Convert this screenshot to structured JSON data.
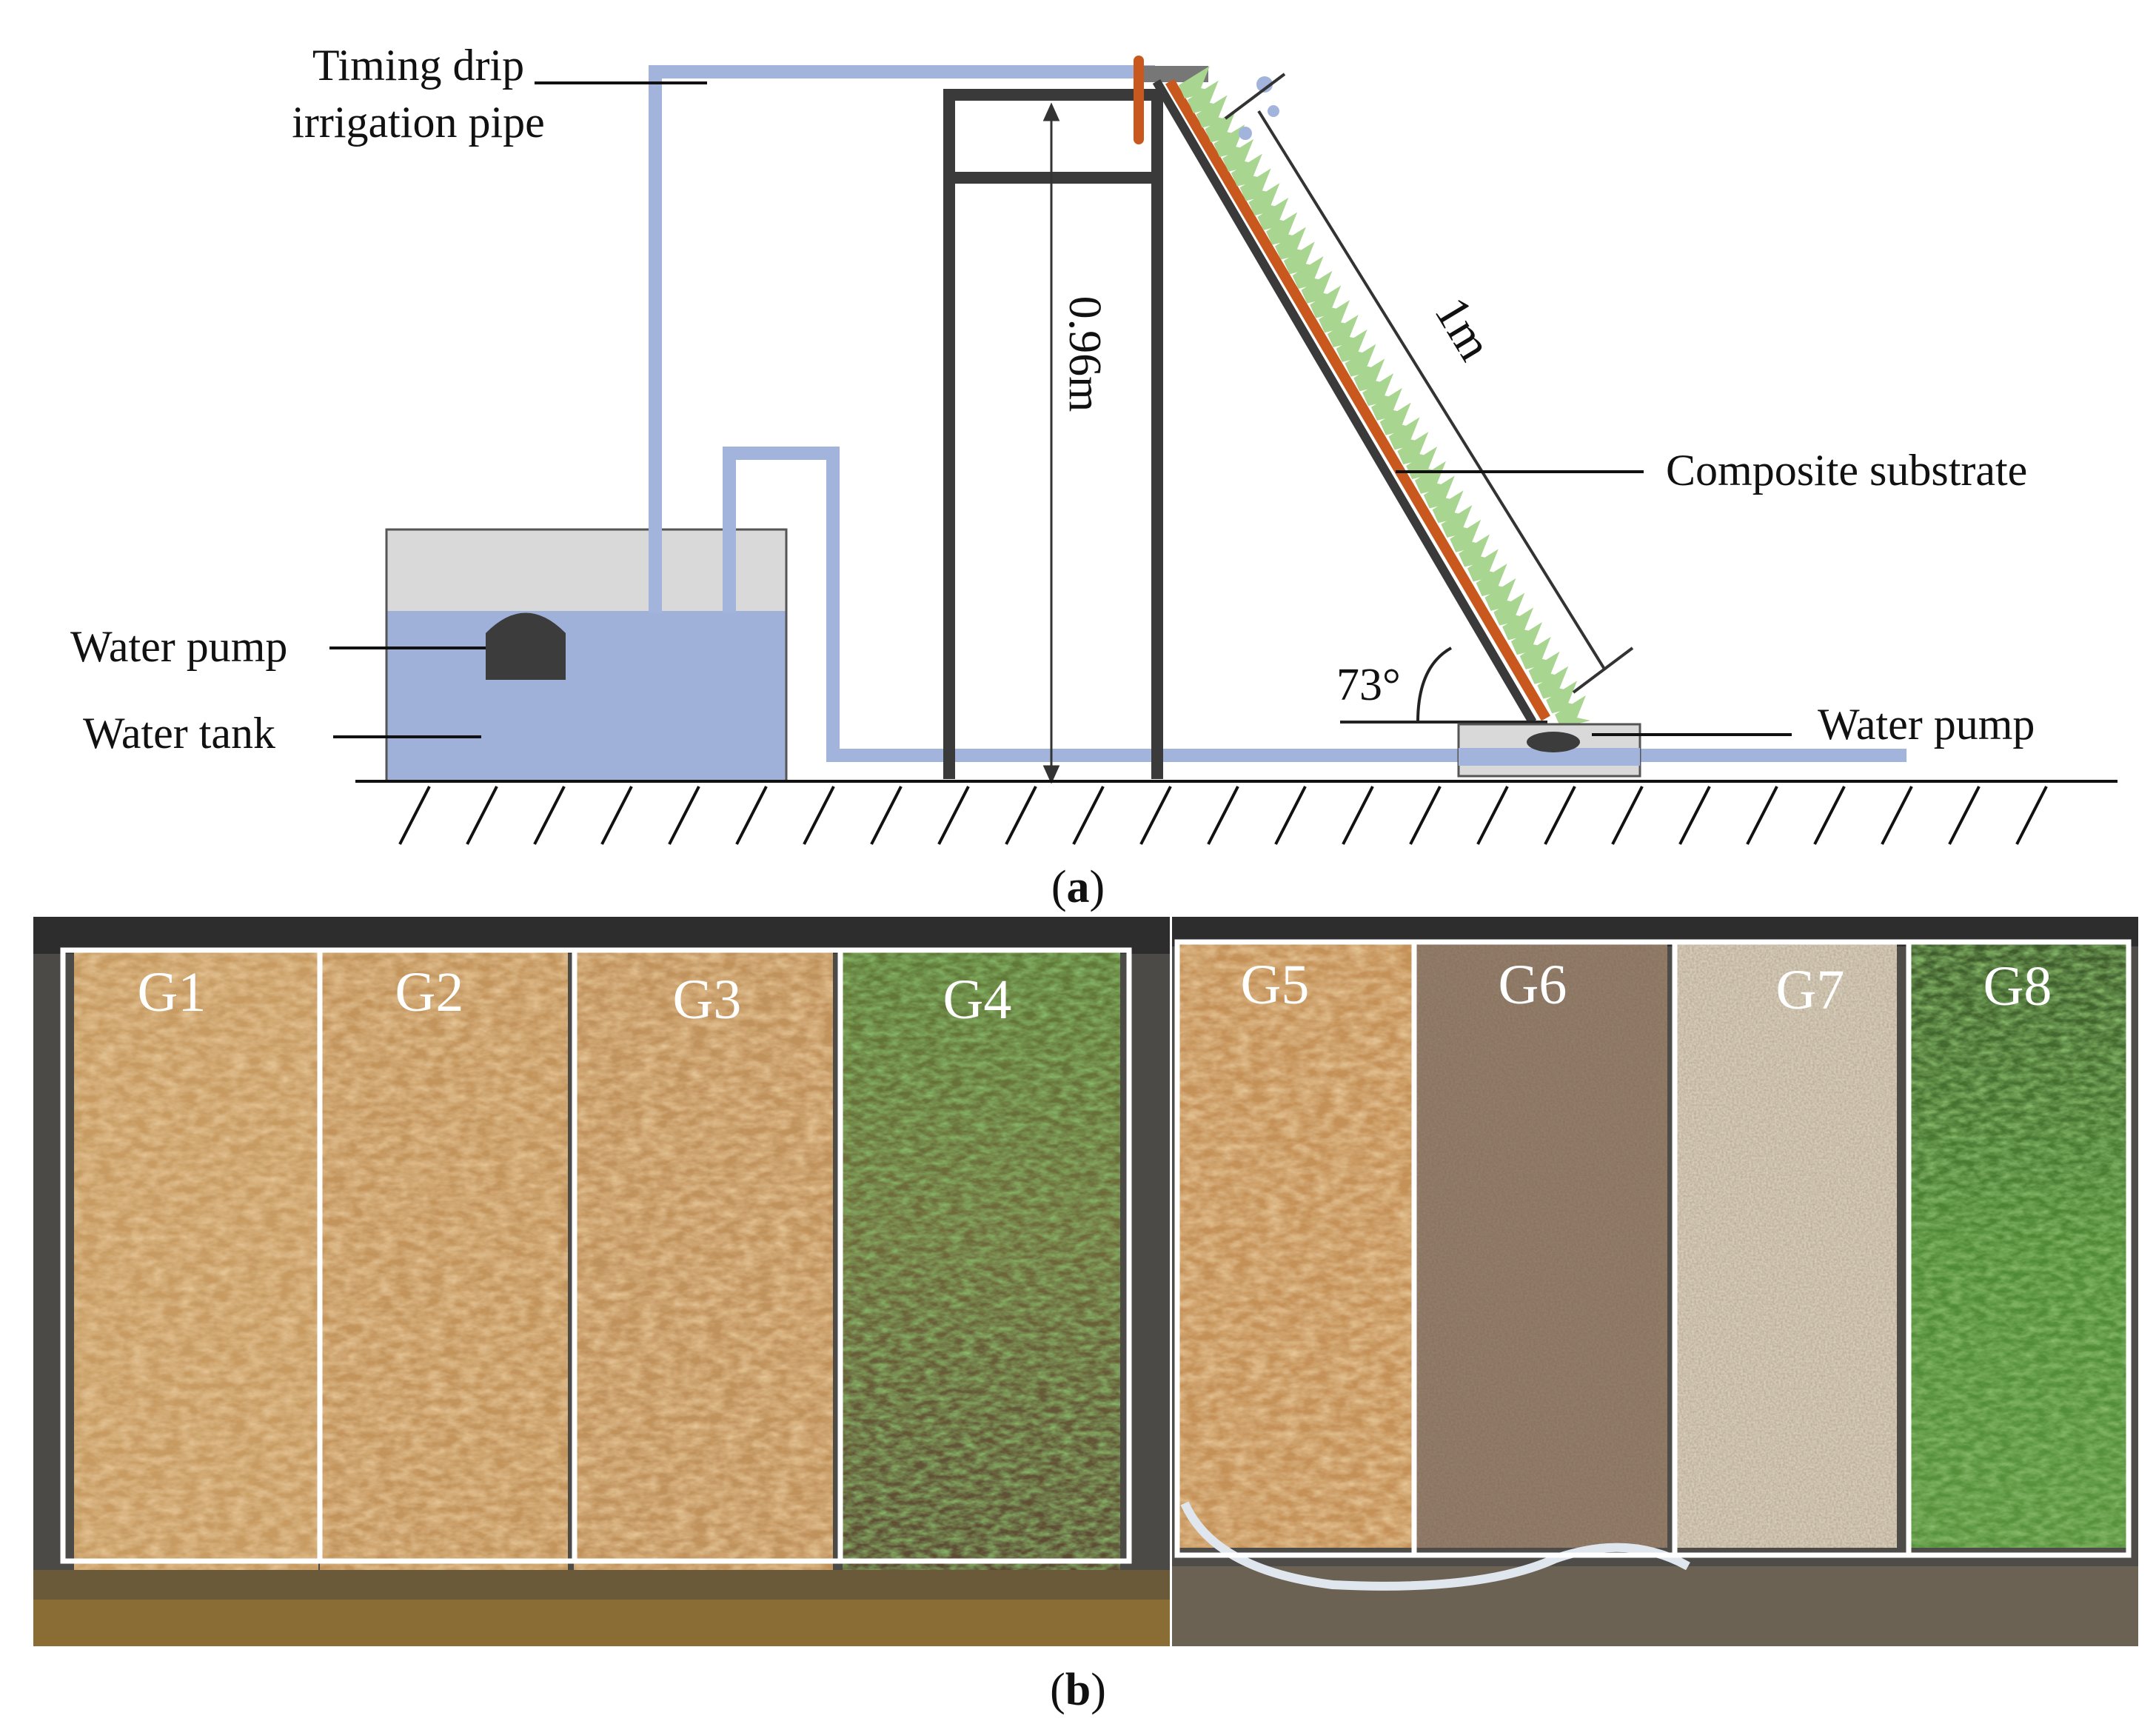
{
  "panel_a": {
    "labels": {
      "timing_pipe_line1": "Timing drip",
      "timing_pipe_line2": "irrigation pipe",
      "water_pump_left": "Water pump",
      "water_tank": "Water tank",
      "composite_substrate": "Composite substrate",
      "water_pump_right": "Water pump",
      "height": "0.96m",
      "length": "1m",
      "angle": "73°"
    },
    "caption_letter": "a"
  },
  "panel_b": {
    "groups": [
      "G1",
      "G2",
      "G3",
      "G4",
      "G5",
      "G6",
      "G7",
      "G8"
    ],
    "caption_letter": "b"
  },
  "colors": {
    "pipe_blue": "#a3b4dc",
    "water_blue": "#9fb1d9",
    "tank_top_gray": "#d9d9d9",
    "frame_dark": "#3a3a3a",
    "substrate_orange": "#c8581d",
    "plant_green": "#a8d58f",
    "pump_dark": "#3c3c3c"
  }
}
